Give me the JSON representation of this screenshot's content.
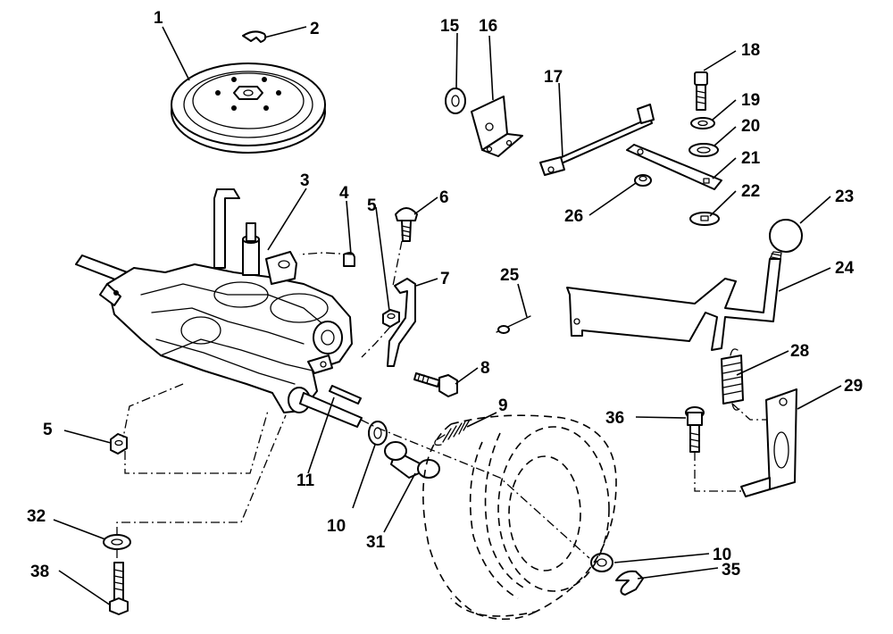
{
  "callouts": {
    "p1": "1",
    "p2": "2",
    "p3": "3",
    "p4": "4",
    "p5a": "5",
    "p5b": "5",
    "p6": "6",
    "p7": "7",
    "p8": "8",
    "p9": "9",
    "p10a": "10",
    "p10b": "10",
    "p11": "11",
    "p15": "15",
    "p16": "16",
    "p17": "17",
    "p18": "18",
    "p19": "19",
    "p20": "20",
    "p21": "21",
    "p22": "22",
    "p23": "23",
    "p24": "24",
    "p25": "25",
    "p26": "26",
    "p28": "28",
    "p29": "29",
    "p31": "31",
    "p32": "32",
    "p35": "35",
    "p36": "36",
    "p38": "38"
  }
}
